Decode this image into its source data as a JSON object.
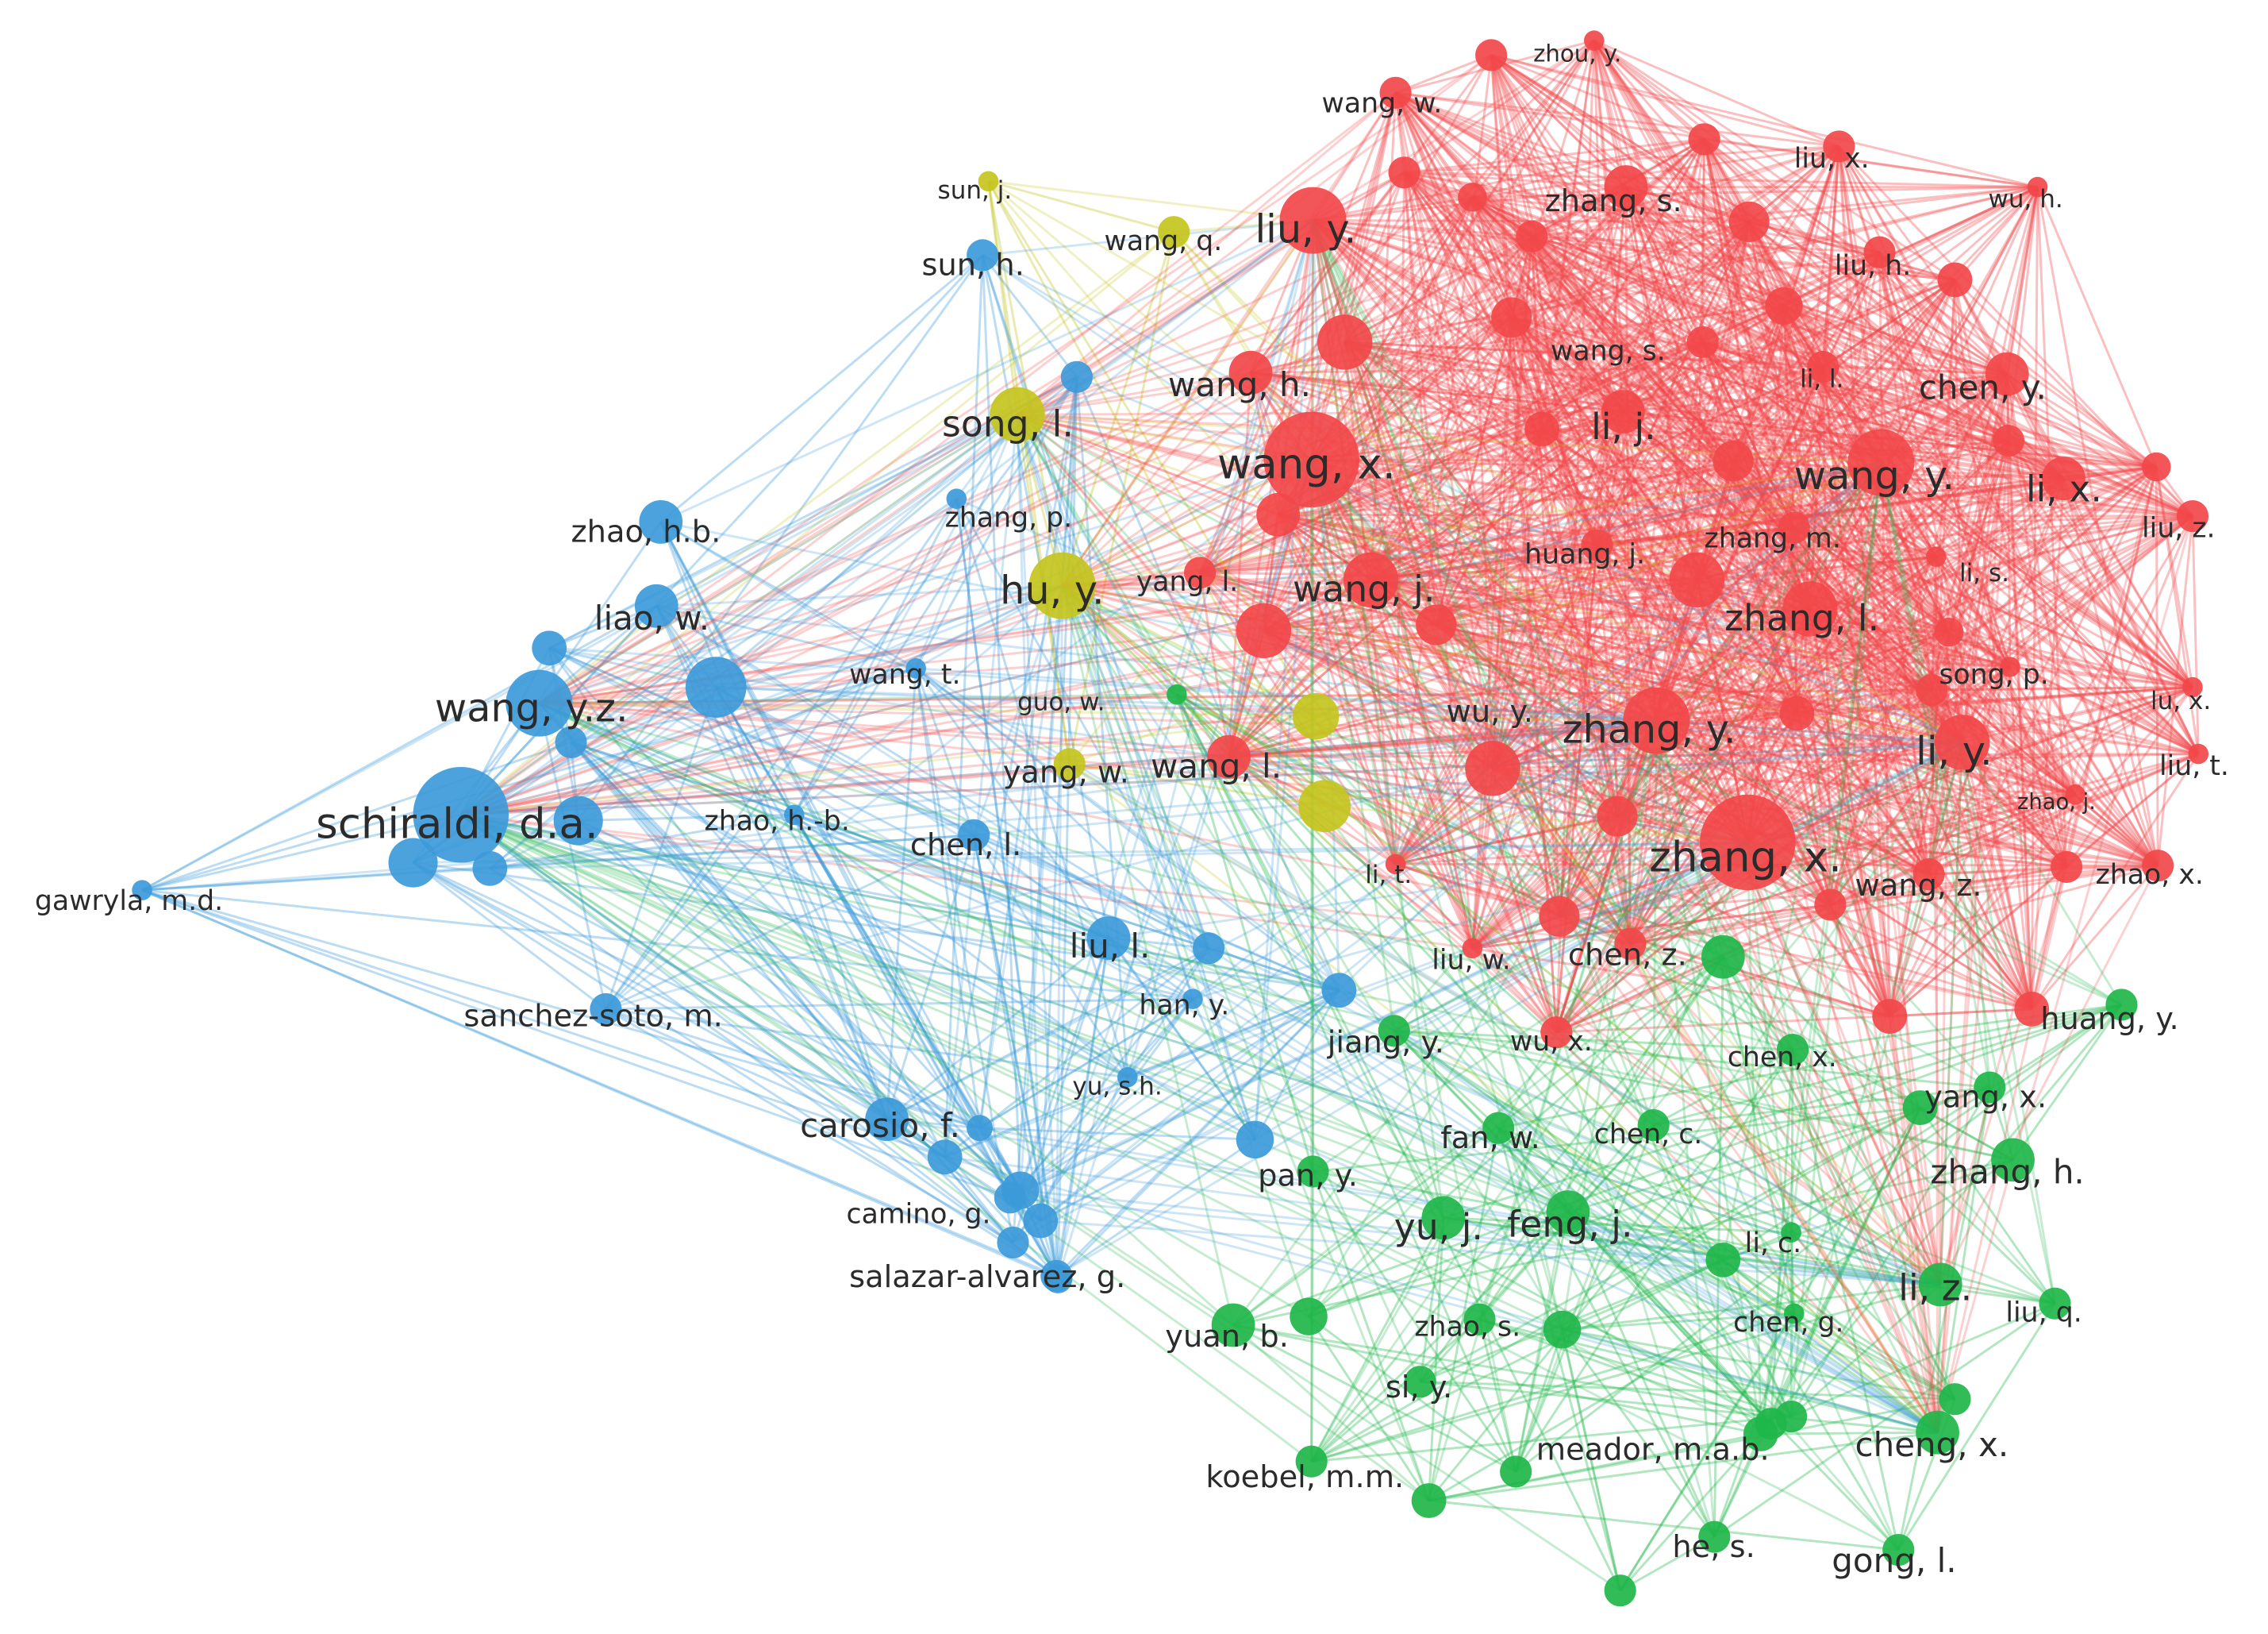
{
  "network": {
    "cluster_colors": {
      "red": "#f2484a",
      "green": "#1fb64a",
      "blue": "#3d9ad9",
      "yellow": "#c4c41e"
    },
    "nodes": [
      {
        "id": "zhou_y",
        "label": "zhou, y.",
        "cluster": "red",
        "weight": 1
      },
      {
        "id": "wang_w",
        "label": "wang, w.",
        "cluster": "red",
        "weight": 2
      },
      {
        "id": "liu_x",
        "label": "liu, x.",
        "cluster": "red",
        "weight": 2
      },
      {
        "id": "wu_h",
        "label": "wu, h.",
        "cluster": "red",
        "weight": 1
      },
      {
        "id": "zhang_s",
        "label": "zhang, s.",
        "cluster": "red",
        "weight": 3
      },
      {
        "id": "liu_y",
        "label": "liu, y.",
        "cluster": "red",
        "weight": 5
      },
      {
        "id": "liu_h",
        "label": "liu, h.",
        "cluster": "red",
        "weight": 2
      },
      {
        "id": "wang_s",
        "label": "wang, s.",
        "cluster": "red",
        "weight": 2
      },
      {
        "id": "li_l",
        "label": "li, l.",
        "cluster": "red",
        "weight": 2
      },
      {
        "id": "chen_y",
        "label": "chen, y.",
        "cluster": "red",
        "weight": 3
      },
      {
        "id": "wang_h",
        "label": "wang, h.",
        "cluster": "red",
        "weight": 3
      },
      {
        "id": "li_j",
        "label": "li, j.",
        "cluster": "red",
        "weight": 3
      },
      {
        "id": "wang_x",
        "label": "wang, x.",
        "cluster": "red",
        "weight": 6
      },
      {
        "id": "wang_y",
        "label": "wang, y.",
        "cluster": "red",
        "weight": 5
      },
      {
        "id": "li_x",
        "label": "li, x.",
        "cluster": "red",
        "weight": 3
      },
      {
        "id": "liu_z",
        "label": "liu, z.",
        "cluster": "red",
        "weight": 2
      },
      {
        "id": "huang_j",
        "label": "huang, j.",
        "cluster": "red",
        "weight": 2
      },
      {
        "id": "zhang_m",
        "label": "zhang, m.",
        "cluster": "red",
        "weight": 2
      },
      {
        "id": "li_s",
        "label": "li, s.",
        "cluster": "red",
        "weight": 1
      },
      {
        "id": "yang_l",
        "label": "yang, l.",
        "cluster": "red",
        "weight": 2
      },
      {
        "id": "wang_j",
        "label": "wang, j.",
        "cluster": "red",
        "weight": 4
      },
      {
        "id": "zhang_l",
        "label": "zhang, l.",
        "cluster": "red",
        "weight": 4
      },
      {
        "id": "song_p",
        "label": "song, p.",
        "cluster": "red",
        "weight": 1
      },
      {
        "id": "lu_x",
        "label": "lu, x.",
        "cluster": "red",
        "weight": 1
      },
      {
        "id": "wu_y",
        "label": "wu, y.",
        "cluster": "red",
        "weight": 4
      },
      {
        "id": "zhang_y",
        "label": "zhang, y.",
        "cluster": "red",
        "weight": 5
      },
      {
        "id": "li_y",
        "label": "li, y.",
        "cluster": "red",
        "weight": 4
      },
      {
        "id": "liu_t",
        "label": "liu, t.",
        "cluster": "red",
        "weight": 1
      },
      {
        "id": "wang_l",
        "label": "wang, l.",
        "cluster": "red",
        "weight": 3
      },
      {
        "id": "zhao_j",
        "label": "zhao, j.",
        "cluster": "red",
        "weight": 1
      },
      {
        "id": "zhang_x",
        "label": "zhang, x.",
        "cluster": "red",
        "weight": 6
      },
      {
        "id": "li_t",
        "label": "li, t.",
        "cluster": "red",
        "weight": 1
      },
      {
        "id": "wang_z",
        "label": "wang, z.",
        "cluster": "red",
        "weight": 2
      },
      {
        "id": "zhao_x",
        "label": "zhao, x.",
        "cluster": "red",
        "weight": 2
      },
      {
        "id": "liu_w",
        "label": "liu, w.",
        "cluster": "red",
        "weight": 1
      },
      {
        "id": "chen_z",
        "label": "chen, z.",
        "cluster": "red",
        "weight": 2
      },
      {
        "id": "wu_x",
        "label": "wu, x.",
        "cluster": "red",
        "weight": 2
      },
      {
        "id": "huang_y",
        "label": "huang, y.",
        "cluster": "green",
        "weight": 2
      },
      {
        "id": "jiang_y",
        "label": "jiang, y.",
        "cluster": "green",
        "weight": 2
      },
      {
        "id": "chen_x",
        "label": "chen, x.",
        "cluster": "green",
        "weight": 2
      },
      {
        "id": "yang_x",
        "label": "yang, x.",
        "cluster": "green",
        "weight": 2
      },
      {
        "id": "fan_w",
        "label": "fan, w.",
        "cluster": "green",
        "weight": 2
      },
      {
        "id": "chen_c",
        "label": "chen, c.",
        "cluster": "green",
        "weight": 2
      },
      {
        "id": "zhang_h",
        "label": "zhang, h.",
        "cluster": "green",
        "weight": 3
      },
      {
        "id": "pan_y",
        "label": "pan, y.",
        "cluster": "green",
        "weight": 2
      },
      {
        "id": "yu_j",
        "label": "yu, j.",
        "cluster": "green",
        "weight": 3
      },
      {
        "id": "feng_j",
        "label": "feng, j.",
        "cluster": "green",
        "weight": 3
      },
      {
        "id": "li_c",
        "label": "li, c.",
        "cluster": "green",
        "weight": 1
      },
      {
        "id": "li_z",
        "label": "li, z.",
        "cluster": "green",
        "weight": 3
      },
      {
        "id": "yuan_b",
        "label": "yuan, b.",
        "cluster": "green",
        "weight": 3
      },
      {
        "id": "zhao_s",
        "label": "zhao, s.",
        "cluster": "green",
        "weight": 2
      },
      {
        "id": "chen_g",
        "label": "chen, g.",
        "cluster": "green",
        "weight": 1
      },
      {
        "id": "liu_q",
        "label": "liu, q.",
        "cluster": "green",
        "weight": 2
      },
      {
        "id": "si_y",
        "label": "si, y.",
        "cluster": "green",
        "weight": 2
      },
      {
        "id": "meador_mab",
        "label": "meador, m.a.b.",
        "cluster": "green",
        "weight": 2
      },
      {
        "id": "cheng_x",
        "label": "cheng, x.",
        "cluster": "green",
        "weight": 3
      },
      {
        "id": "koebel_mm",
        "label": "koebel, m.m.",
        "cluster": "green",
        "weight": 2
      },
      {
        "id": "he_s",
        "label": "he, s.",
        "cluster": "green",
        "weight": 2
      },
      {
        "id": "gong_l",
        "label": "gong, l.",
        "cluster": "green",
        "weight": 2
      },
      {
        "id": "guo_w",
        "label": "guo, w.",
        "cluster": "green",
        "weight": 1
      },
      {
        "id": "sun_j",
        "label": "sun, j.",
        "cluster": "yellow",
        "weight": 1
      },
      {
        "id": "wang_q",
        "label": "wang, q.",
        "cluster": "yellow",
        "weight": 2
      },
      {
        "id": "song_l",
        "label": "song, l.",
        "cluster": "yellow",
        "weight": 4
      },
      {
        "id": "hu_y",
        "label": "hu, y.",
        "cluster": "yellow",
        "weight": 5
      },
      {
        "id": "yang_w",
        "label": "yang, w.",
        "cluster": "yellow",
        "weight": 2
      },
      {
        "id": "sun_h",
        "label": "sun, h.",
        "cluster": "blue",
        "weight": 2
      },
      {
        "id": "zhang_p",
        "label": "zhang, p.",
        "cluster": "blue",
        "weight": 1
      },
      {
        "id": "zhao_hb",
        "label": "zhao, h.b.",
        "cluster": "blue",
        "weight": 3
      },
      {
        "id": "liao_w",
        "label": "liao, w.",
        "cluster": "blue",
        "weight": 3
      },
      {
        "id": "wang_yz",
        "label": "wang, y.z.",
        "cluster": "blue",
        "weight": 5
      },
      {
        "id": "wang_t",
        "label": "wang, t.",
        "cluster": "blue",
        "weight": 1
      },
      {
        "id": "schiraldi_da",
        "label": "schiraldi, d.a.",
        "cluster": "blue",
        "weight": 6
      },
      {
        "id": "zhao_h_b",
        "label": "zhao, h.-b.",
        "cluster": "blue",
        "weight": 1
      },
      {
        "id": "chen_l",
        "label": "chen, l.",
        "cluster": "blue",
        "weight": 2
      },
      {
        "id": "gawryla_md",
        "label": "gawryla, m.d.",
        "cluster": "blue",
        "weight": 1
      },
      {
        "id": "liu_l",
        "label": "liu, l.",
        "cluster": "blue",
        "weight": 3
      },
      {
        "id": "sanchez_soto_m",
        "label": "sanchez-soto, m.",
        "cluster": "blue",
        "weight": 2
      },
      {
        "id": "han_y",
        "label": "han, y.",
        "cluster": "blue",
        "weight": 1
      },
      {
        "id": "yu_sh",
        "label": "yu, s.h.",
        "cluster": "blue",
        "weight": 1
      },
      {
        "id": "carosio_f",
        "label": "carosio, f.",
        "cluster": "blue",
        "weight": 3
      },
      {
        "id": "camino_g",
        "label": "camino, g.",
        "cluster": "blue",
        "weight": 2
      },
      {
        "id": "salazar_alvarez_g",
        "label": "salazar-alvarez, g.",
        "cluster": "blue",
        "weight": 2
      }
    ]
  }
}
